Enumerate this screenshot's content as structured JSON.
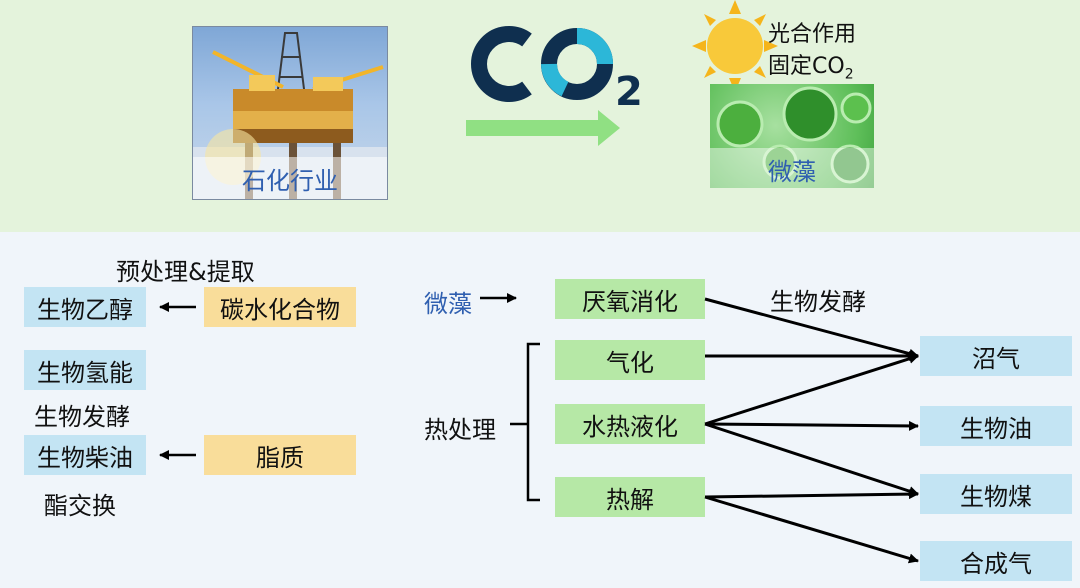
{
  "top": {
    "petro_label": "石化行业",
    "co2_main": "CO",
    "co2_sub": "2",
    "photo_line1": "光合作用",
    "photo_line2_prefix": "固定CO",
    "photo_line2_sub": "2",
    "algae_label": "微藻"
  },
  "left": {
    "pretreat_label": "预处理&提取",
    "ethanol": "生物乙醇",
    "carbohydrate": "碳水化合物",
    "hydrogen": "生物氢能",
    "ferment": "生物发酵",
    "diesel": "生物柴油",
    "lipid": "脂质",
    "transester": "酯交换"
  },
  "right": {
    "algae": "微藻",
    "anaerobic": "厌氧消化",
    "bio_ferment": "生物发酵",
    "gasify": "气化",
    "htl": "水热液化",
    "pyrolysis": "热解",
    "thermal": "热处理",
    "biogas": "沼气",
    "bio_oil": "生物油",
    "bio_char": "生物煤",
    "syngas": "合成气"
  },
  "colors": {
    "top_bg": "#e4f3dc",
    "bottom_bg": "#f0f5fa",
    "blue_box": "#c3e4f3",
    "orange_box": "#f9dd9a",
    "green_box": "#b6e8a6",
    "co2_dark": "#0f2f4f",
    "co2_cyan": "#2cb7d8",
    "arrow_green": "#90e083"
  }
}
